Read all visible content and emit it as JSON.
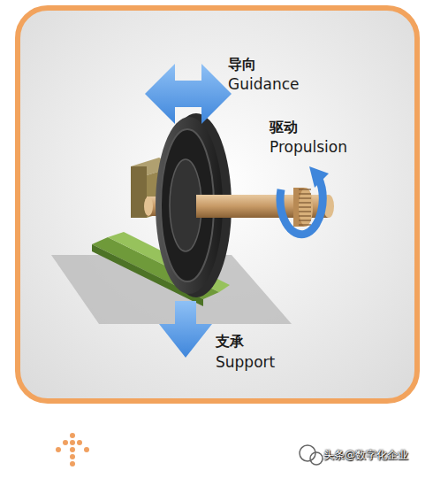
{
  "diagram": {
    "labels": [
      "导向",
      "Guidance",
      "驱动",
      "Propulsion",
      "支承",
      "Support",
      "头条@数字化企业"
    ]
  }
}
